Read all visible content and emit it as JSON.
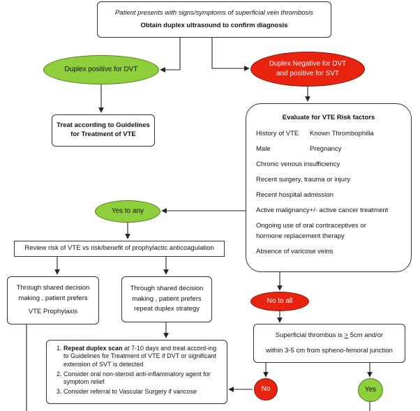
{
  "nodes": {
    "start": {
      "line1": "Patient presents with signs/symptoms of superficial vein thrombosis",
      "line2": "Obtain duplex ultrasound to confirm diagnosis"
    },
    "duplex_positive": "Duplex positive for DVT",
    "duplex_negative": {
      "line1": "Duplex Negative for DVT",
      "line2": "and positive  for SVT"
    },
    "treat": {
      "line1": "Treat according to Guidelines",
      "line2": "for Treatment of VTE"
    },
    "evaluate": {
      "title": "Evaluate for VTE Risk factors",
      "factors": [
        "History of VTE",
        "Known Thrombophilia",
        "Male",
        "Pregnancy",
        "Chronic venous insufficiency",
        "Recent surgery, trauma  or injury",
        "Recent hospital admission",
        "Active malignancy+/- active cancer treatment",
        "Ongoing use of  oral contraceptives or",
        "hormone replacement therapy",
        "Absence of varicose veins"
      ]
    },
    "yes_to_any": "Yes to any",
    "review": "Review risk of VTE vs risk/benefit  of prophylactic anticoagulation",
    "prophylaxis": {
      "line1": "Through shared decision",
      "line2": "making , patient prefers",
      "line3": "VTE Prophylaxis"
    },
    "repeat_duplex": {
      "line1": "Through shared decision",
      "line2": "making , patient prefers",
      "line3": "repeat duplex strategy"
    },
    "no_to_all": "No to all",
    "thrombus": {
      "line1_prefix": "Superficial thrombus is ",
      "line1_symbol": ">",
      "line1_suffix": " 5cm and/or",
      "line2": "within 3-5 cm from spheno-femoral junction"
    },
    "steps": {
      "item1_bold": "Repeat duplex scan",
      "item1_rest": " at 7-10 days and treat accord-ing to Guidelines for Treatment of VTE if DVT or significant extension of SVT is detected",
      "item2": "Consider oral non-steroid anti-inflammatory agent for symptom relief",
      "item3": "Consider referral to Vascular Surgery if varicose"
    },
    "no": "No",
    "yes": "Yes"
  },
  "colors": {
    "green": "#8fcf3c",
    "red": "#e8230f",
    "stroke": "#333333"
  }
}
